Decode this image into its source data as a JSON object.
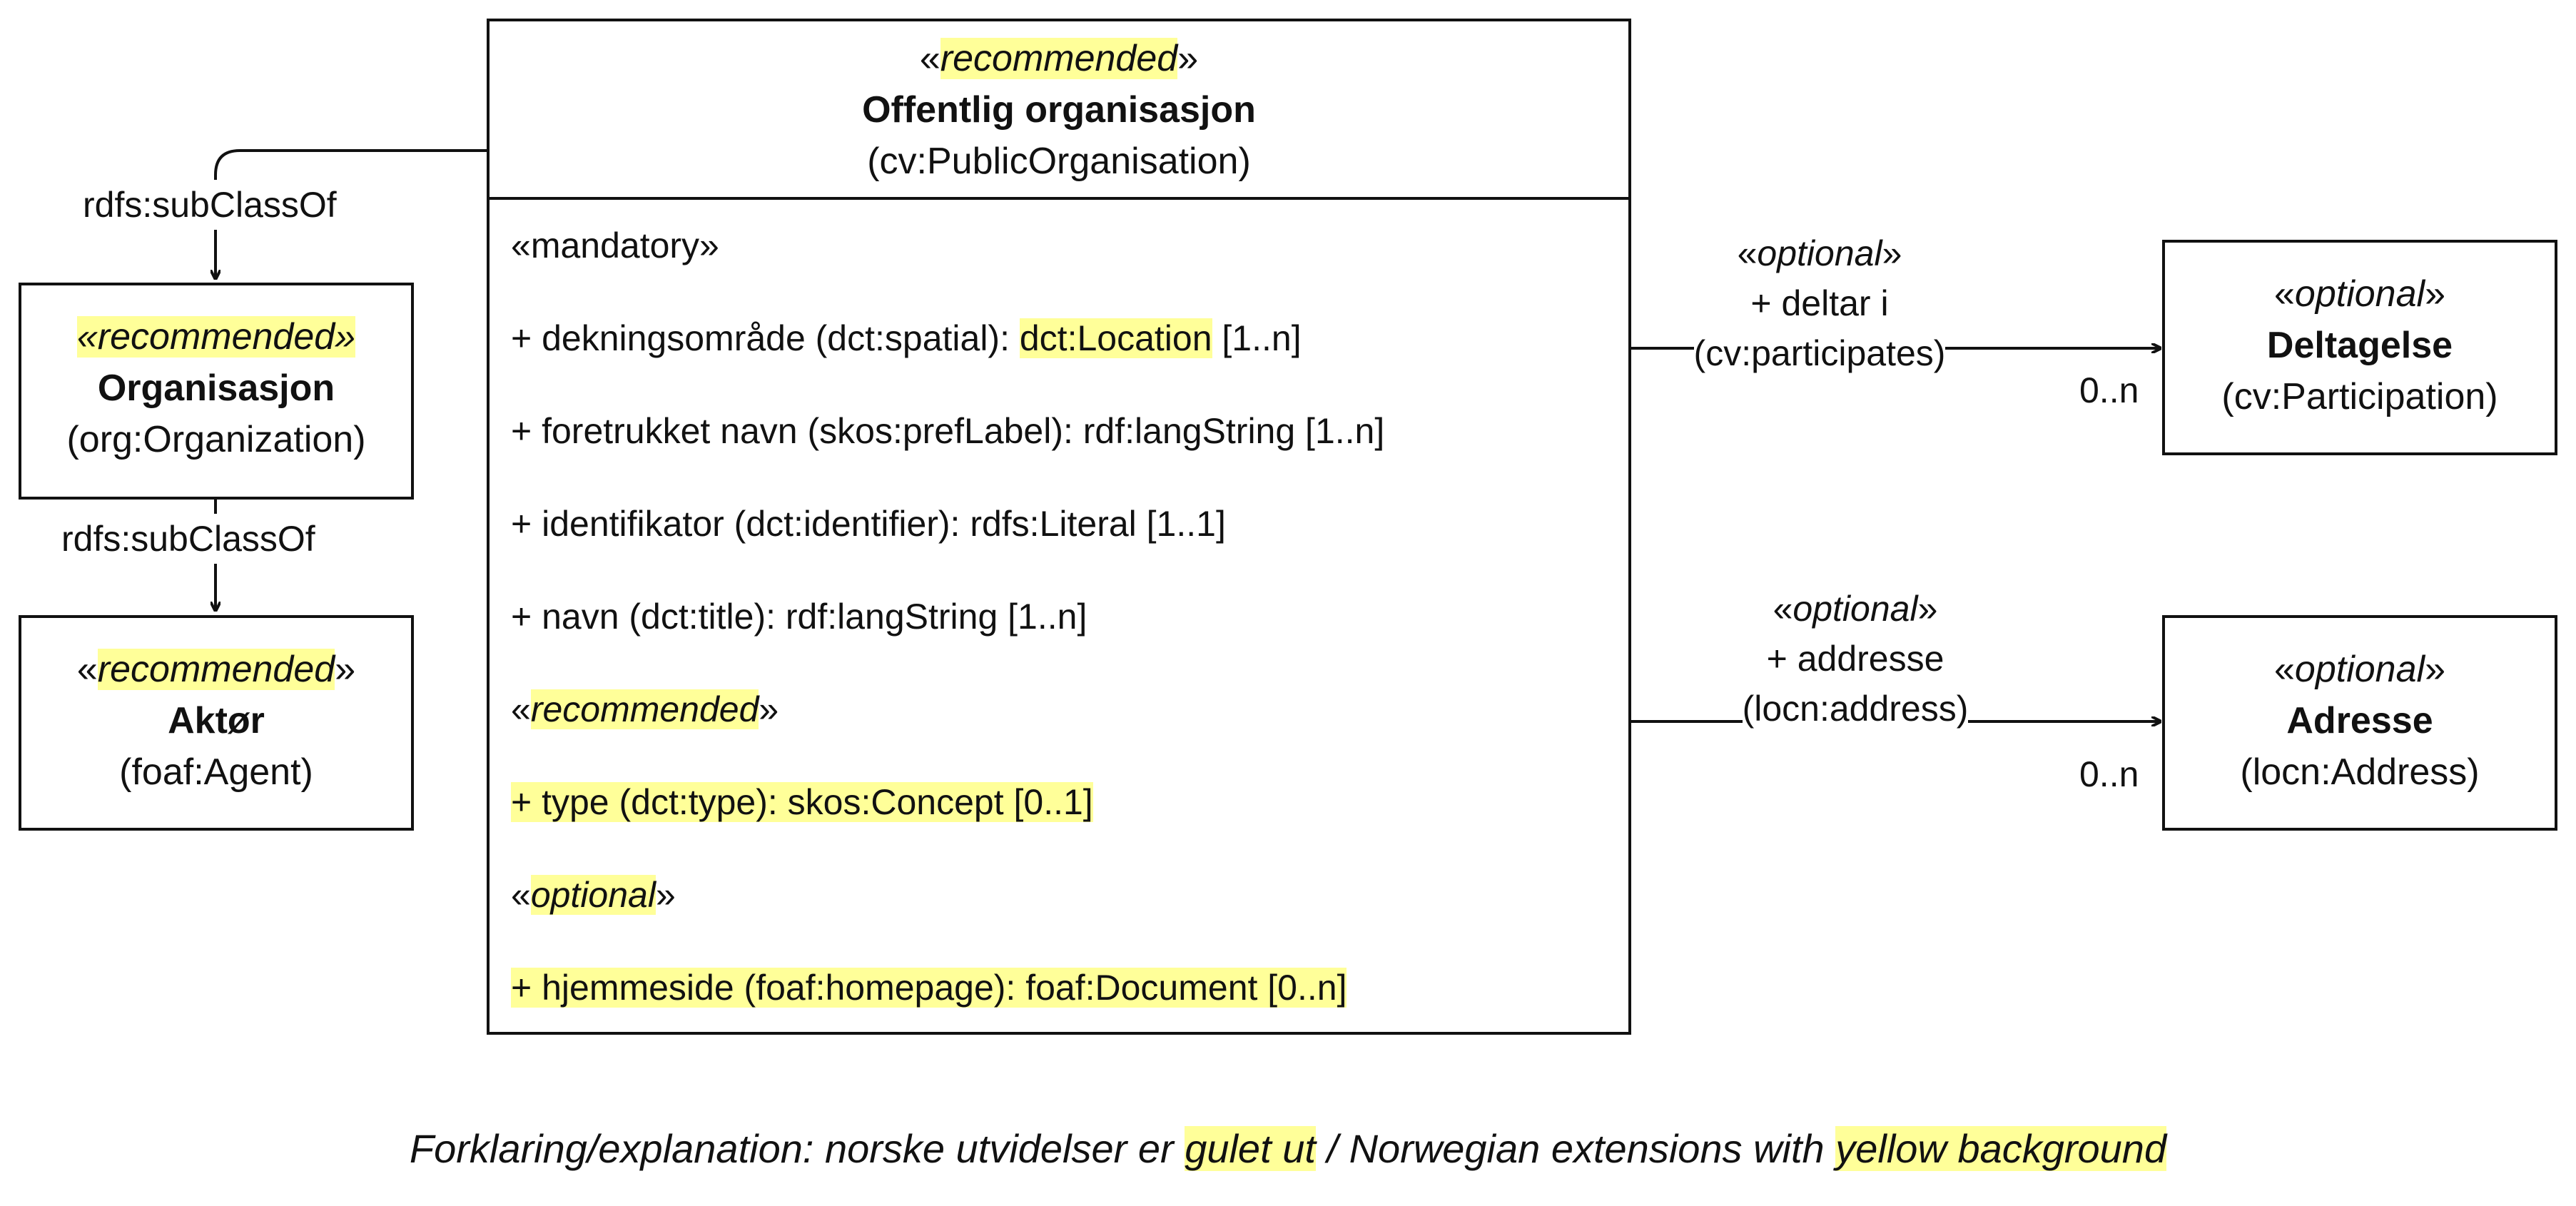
{
  "main_class": {
    "stereotype": "recommended",
    "name": "Offentlig organisasjon",
    "iri": "(cv:PublicOrganisation)",
    "sections": [
      {
        "stereotype": "mandatory",
        "attributes": [
          {
            "prefix": "+ dekningsområde (dct:spatial): ",
            "type": "dct:Location",
            "mult": " [1..n]"
          },
          {
            "text": "+ foretrukket navn (skos:prefLabel): rdf:langString [1..n]"
          },
          {
            "text": "+ identifikator (dct:identifier): rdfs:Literal [1..1]"
          },
          {
            "text": "+ navn (dct:title): rdf:langString [1..n]"
          }
        ]
      },
      {
        "stereotype": "recommended",
        "attributes": [
          {
            "text": "+ type (dct:type): skos:Concept [0..1]"
          }
        ]
      },
      {
        "stereotype": "optional",
        "attributes": [
          {
            "text": "+ hjemmeside (foaf:homepage): foaf:Document [0..n]"
          }
        ]
      }
    ]
  },
  "organisasjon": {
    "stereotype": "«recommended»",
    "name": "Organisasjon",
    "iri": "(org:Organization)"
  },
  "aktor": {
    "stereotype": "recommended",
    "name": "Aktør",
    "iri": "(foaf:Agent)"
  },
  "deltagelse": {
    "stereotype": "optional",
    "name": "Deltagelse",
    "iri": "(cv:Participation)"
  },
  "adresse": {
    "stereotype": "optional",
    "name": "Adresse",
    "iri": "(locn:Address)"
  },
  "relations": {
    "subclass_1": "rdfs:subClassOf",
    "subclass_2": "rdfs:subClassOf",
    "participates": {
      "stereotype": "optional",
      "name": "+ deltar i",
      "iri": "(cv:participates)",
      "multiplicity": "0..n"
    },
    "address": {
      "stereotype": "optional",
      "name": "+ addresse",
      "iri": "(locn:address)",
      "multiplicity": "0..n"
    }
  },
  "legend": {
    "part1": "Forklaring/explanation: norske utvidelser er ",
    "hl1": "gulet ut",
    "part2": " / Norwegian extensions with ",
    "hl2": "yellow background"
  },
  "colors": {
    "highlight": "#ffff99",
    "line": "#111111"
  }
}
